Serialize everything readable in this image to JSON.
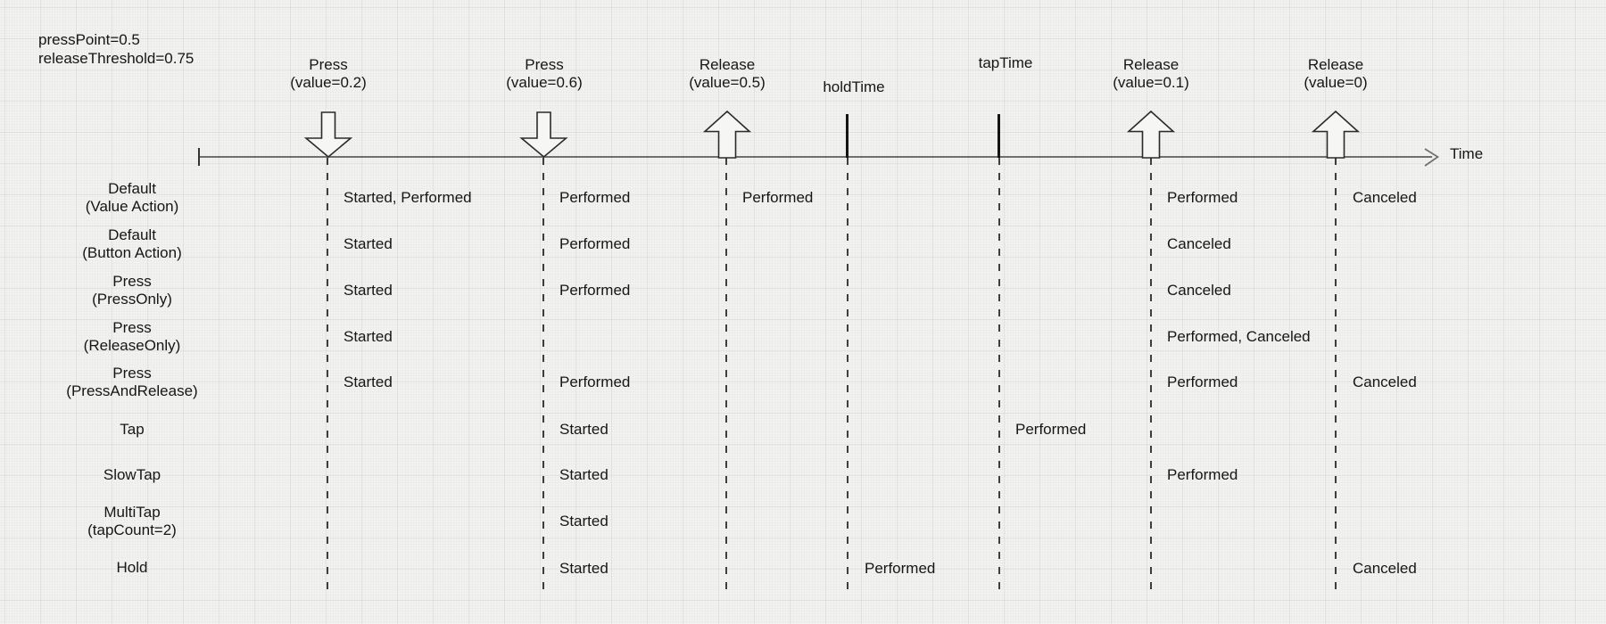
{
  "meta": {
    "title_line1": "pressPoint=0.5",
    "title_line2": "releaseThreshold=0.75"
  },
  "axis": {
    "label": "Time"
  },
  "colors": {
    "background": "#f2f2f1",
    "grid_line": "#e4e4e3",
    "axis_line": "#6f6f6f",
    "marker_line": "#151515",
    "dashed_line": "#3e3e3e",
    "arrow_outline": "#2b2b2b",
    "text": "#161616"
  },
  "events": [
    {
      "id": "press-0.2",
      "marker": "down-arrow",
      "label_line1": "Press",
      "label_line2": "(value=0.2)"
    },
    {
      "id": "press-0.6",
      "marker": "down-arrow",
      "label_line1": "Press",
      "label_line2": "(value=0.6)"
    },
    {
      "id": "release-0.5",
      "marker": "up-arrow",
      "label_line1": "Release",
      "label_line2": "(value=0.5)"
    },
    {
      "id": "holdTime",
      "marker": "tick",
      "label_line1": "holdTime",
      "label_line2": ""
    },
    {
      "id": "tapTime",
      "marker": "tick",
      "label_line1": "tapTime",
      "label_line2": ""
    },
    {
      "id": "release-0.1",
      "marker": "up-arrow",
      "label_line1": "Release",
      "label_line2": "(value=0.1)"
    },
    {
      "id": "release-0",
      "marker": "up-arrow",
      "label_line1": "Release",
      "label_line2": "(value=0)"
    }
  ],
  "rows": [
    {
      "label_line1": "Default",
      "label_line2": "(Value Action)",
      "cells": [
        {
          "col": "press-0.2",
          "text": "Started, Performed"
        },
        {
          "col": "press-0.6",
          "text": "Performed"
        },
        {
          "col": "release-0.5",
          "text": "Performed"
        },
        {
          "col": "release-0.1",
          "text": "Performed"
        },
        {
          "col": "release-0",
          "text": "Canceled"
        }
      ]
    },
    {
      "label_line1": "Default",
      "label_line2": "(Button Action)",
      "cells": [
        {
          "col": "press-0.2",
          "text": "Started"
        },
        {
          "col": "press-0.6",
          "text": "Performed"
        },
        {
          "col": "release-0.1",
          "text": "Canceled"
        }
      ]
    },
    {
      "label_line1": "Press",
      "label_line2": "(PressOnly)",
      "cells": [
        {
          "col": "press-0.2",
          "text": "Started"
        },
        {
          "col": "press-0.6",
          "text": "Performed"
        },
        {
          "col": "release-0.1",
          "text": "Canceled"
        }
      ]
    },
    {
      "label_line1": "Press",
      "label_line2": "(ReleaseOnly)",
      "cells": [
        {
          "col": "press-0.2",
          "text": "Started"
        },
        {
          "col": "release-0.1",
          "text": "Performed, Canceled"
        }
      ]
    },
    {
      "label_line1": "Press",
      "label_line2": "(PressAndRelease)",
      "cells": [
        {
          "col": "press-0.2",
          "text": "Started"
        },
        {
          "col": "press-0.6",
          "text": "Performed"
        },
        {
          "col": "release-0.1",
          "text": "Performed"
        },
        {
          "col": "release-0",
          "text": "Canceled"
        }
      ]
    },
    {
      "label_line1": "Tap",
      "label_line2": "",
      "cells": [
        {
          "col": "press-0.6",
          "text": "Started"
        },
        {
          "col": "tapTime",
          "text": "Performed"
        }
      ]
    },
    {
      "label_line1": "SlowTap",
      "label_line2": "",
      "cells": [
        {
          "col": "press-0.6",
          "text": "Started"
        },
        {
          "col": "release-0.1",
          "text": "Performed"
        }
      ]
    },
    {
      "label_line1": "MultiTap",
      "label_line2": "(tapCount=2)",
      "cells": [
        {
          "col": "press-0.6",
          "text": "Started"
        }
      ]
    },
    {
      "label_line1": "Hold",
      "label_line2": "",
      "cells": [
        {
          "col": "press-0.6",
          "text": "Started"
        },
        {
          "col": "holdTime",
          "text": "Performed"
        },
        {
          "col": "release-0",
          "text": "Canceled"
        }
      ]
    }
  ]
}
